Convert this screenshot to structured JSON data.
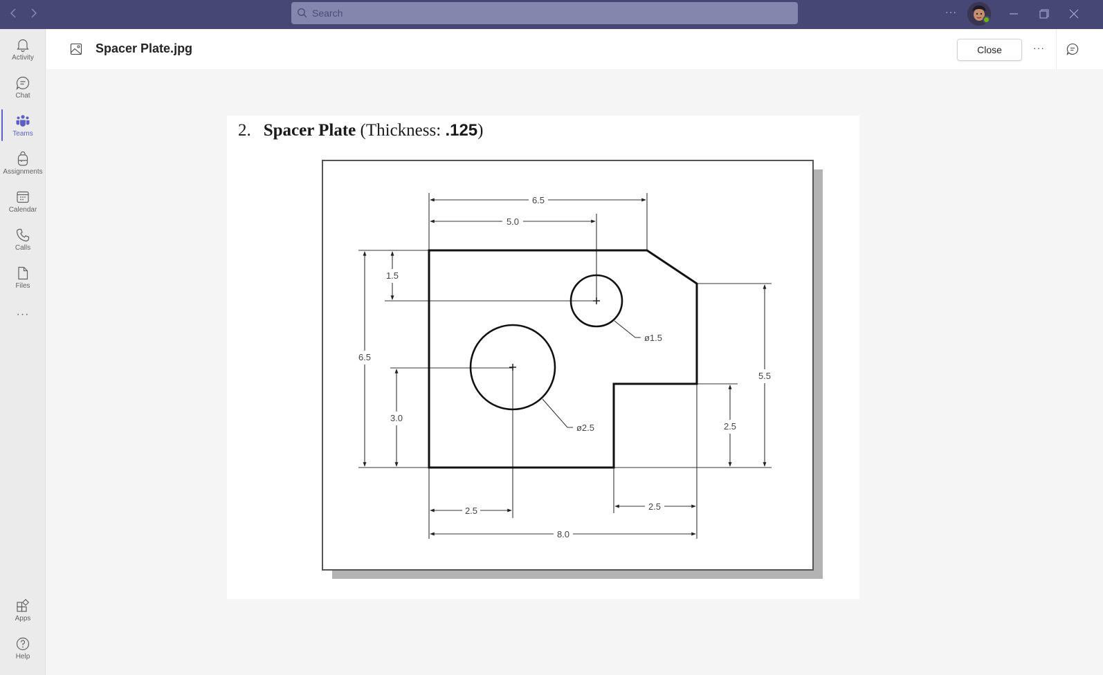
{
  "titlebar": {
    "back_icon": "chevron-left-icon",
    "forward_icon": "chevron-right-icon",
    "search_placeholder": "Search",
    "more_label": "···",
    "avatar_status": "available",
    "colors": {
      "bar": "#464775",
      "search": "#8586ae",
      "presence": "#6bb700"
    }
  },
  "rail": {
    "items": [
      {
        "label": "Activity",
        "icon": "bell-icon"
      },
      {
        "label": "Chat",
        "icon": "chat-icon"
      },
      {
        "label": "Teams",
        "icon": "teams-icon",
        "active": true
      },
      {
        "label": "Assignments",
        "icon": "backpack-icon"
      },
      {
        "label": "Calendar",
        "icon": "calendar-icon"
      },
      {
        "label": "Calls",
        "icon": "phone-icon"
      },
      {
        "label": "Files",
        "icon": "file-icon"
      }
    ],
    "more_label": "···",
    "bottom_items": [
      {
        "label": "Apps",
        "icon": "apps-icon"
      },
      {
        "label": "Help",
        "icon": "help-icon"
      }
    ],
    "accent": "#5b5fc7"
  },
  "header": {
    "file_name": "Spacer Plate.jpg",
    "close_label": "Close",
    "more_label": "···"
  },
  "document": {
    "number": "2.",
    "title": "Spacer Plate",
    "subtitle_prefix": "(Thickness: ",
    "thickness": ".125",
    "subtitle_suffix": ")",
    "dimensions": {
      "top_overall": "6.5",
      "top_to_small_hole": "5.0",
      "small_hole_from_top": "1.5",
      "left_overall_height": "6.5",
      "large_hole_from_bottom": "3.0",
      "small_hole_diameter": "ø1.5",
      "large_hole_diameter": "ø2.5",
      "right_height": "5.5",
      "notch_height": "2.5",
      "large_hole_from_left": "2.5",
      "notch_width": "2.5",
      "bottom_overall": "8.0"
    }
  }
}
